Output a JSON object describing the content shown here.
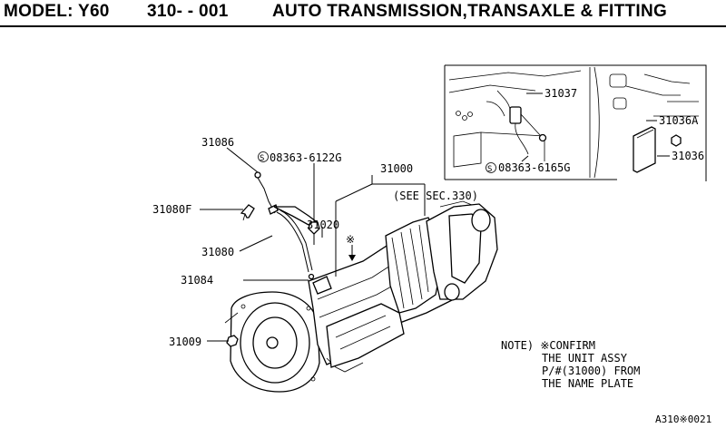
{
  "header": {
    "model": "MODEL: Y60",
    "section": "310-  - 001",
    "title": "AUTO TRANSMISSION,TRANSAXLE & FITTING"
  },
  "labels": {
    "p31086": "31086",
    "p08363_6122G": "08363-6122G",
    "p31000": "31000",
    "see_sec": "(SEE SEC.330)",
    "p31080F": "31080F",
    "p31020": "31020",
    "p31080": "31080",
    "p31084": "31084",
    "p31009": "31009",
    "p31037": "31037",
    "p31036A": "31036A",
    "p31036": "31036",
    "p08363_6165G": "08363-6165G",
    "circle_s": "S",
    "asterisk": "※"
  },
  "note": {
    "line1": "NOTE) ※CONFIRM",
    "line2": "THE UNIT ASSY",
    "line3": "P/#(31000) FROM",
    "line4": "THE NAME PLATE"
  },
  "footer": {
    "code": "A310※0021"
  }
}
